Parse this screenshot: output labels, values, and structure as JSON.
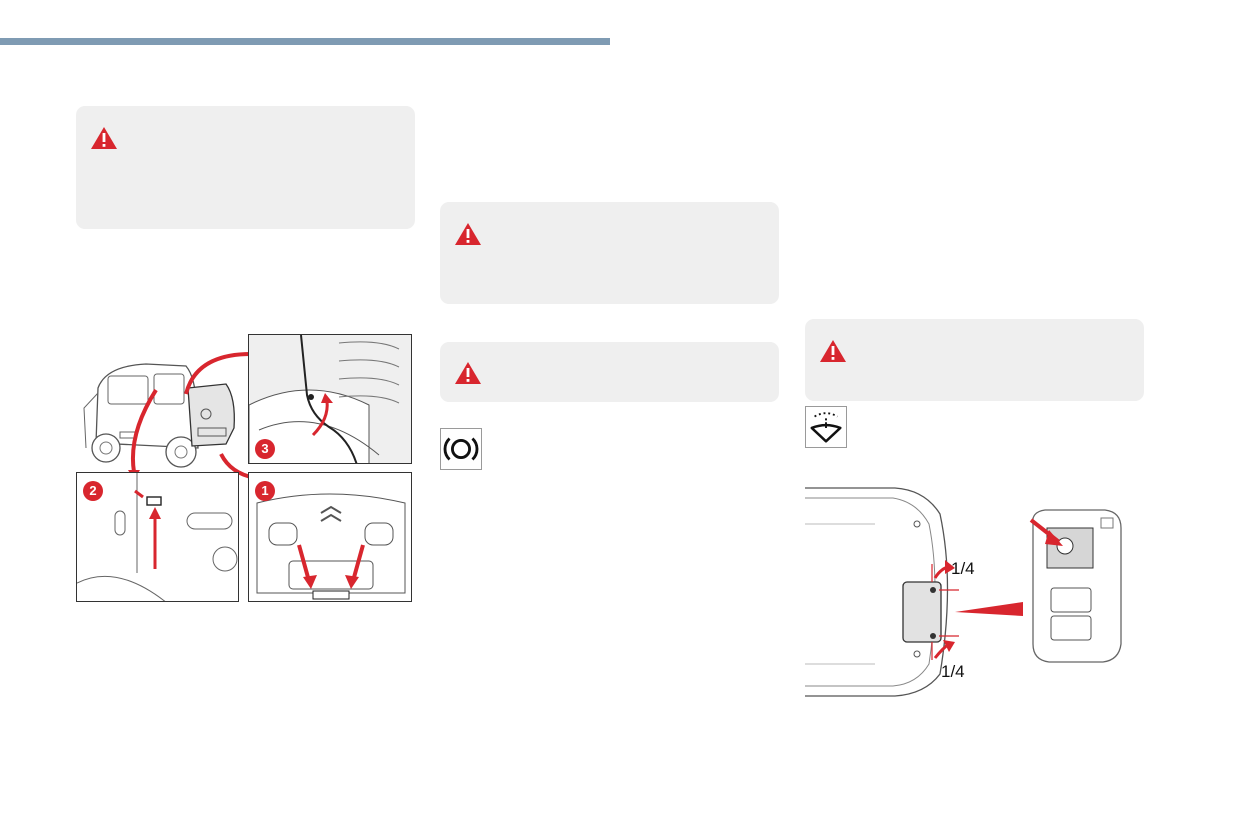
{
  "colors": {
    "accent_rule": "#7f9bb3",
    "warning_red": "#d8262e",
    "box_bg": "#efefef"
  },
  "icons": {
    "warning": "warning-triangle-icon",
    "brake": "brake-warning-icon",
    "washer": "washer-fluid-icon"
  },
  "figure_access": {
    "step1": "1",
    "step2": "2",
    "step3": "3"
  },
  "figure_washer": {
    "quarter_top": "1/4",
    "quarter_bottom": "1/4"
  }
}
